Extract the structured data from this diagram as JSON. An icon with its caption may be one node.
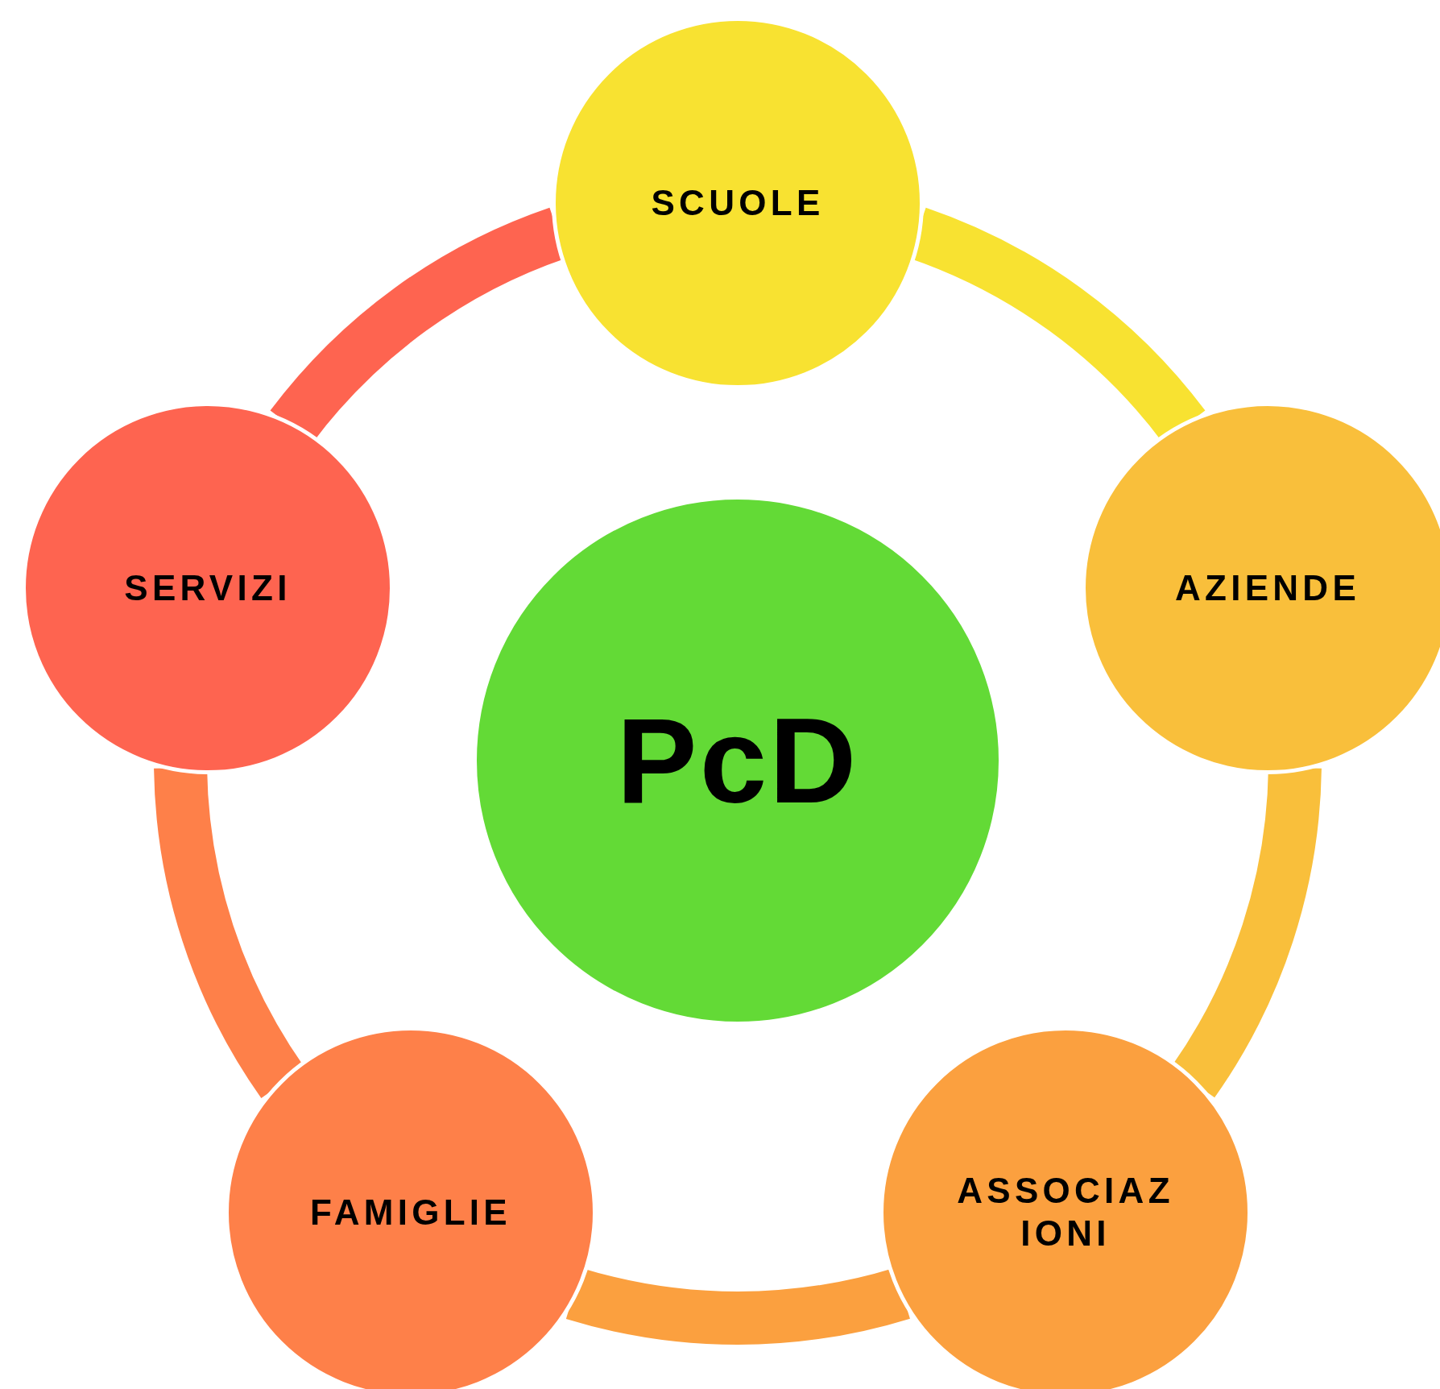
{
  "diagram": {
    "nodes": [
      {
        "text": [
          "SCUOLE"
        ]
      },
      {
        "text": [
          "SERVIZI"
        ]
      },
      {
        "text": [
          "AZIENDE"
        ]
      },
      {
        "text": [
          "PcD"
        ]
      },
      {
        "text": [
          "FAMIGLIE"
        ]
      },
      {
        "text": [
          "ASSOCIAZIONI"
        ]
      }
    ],
    "edges": [
      {
        "from": 0,
        "to": 2,
        "arrow": "none",
        "color": "#f8e231"
      },
      {
        "from": 2,
        "to": 5,
        "arrow": "none",
        "color": "#f9bf3b"
      },
      {
        "from": 5,
        "to": 4,
        "arrow": "none",
        "color": "#fba03f"
      },
      {
        "from": 4,
        "to": 1,
        "arrow": "none",
        "color": "#fe8049"
      },
      {
        "from": 1,
        "to": 0,
        "arrow": "none",
        "color": "#fe6450"
      }
    ]
  }
}
